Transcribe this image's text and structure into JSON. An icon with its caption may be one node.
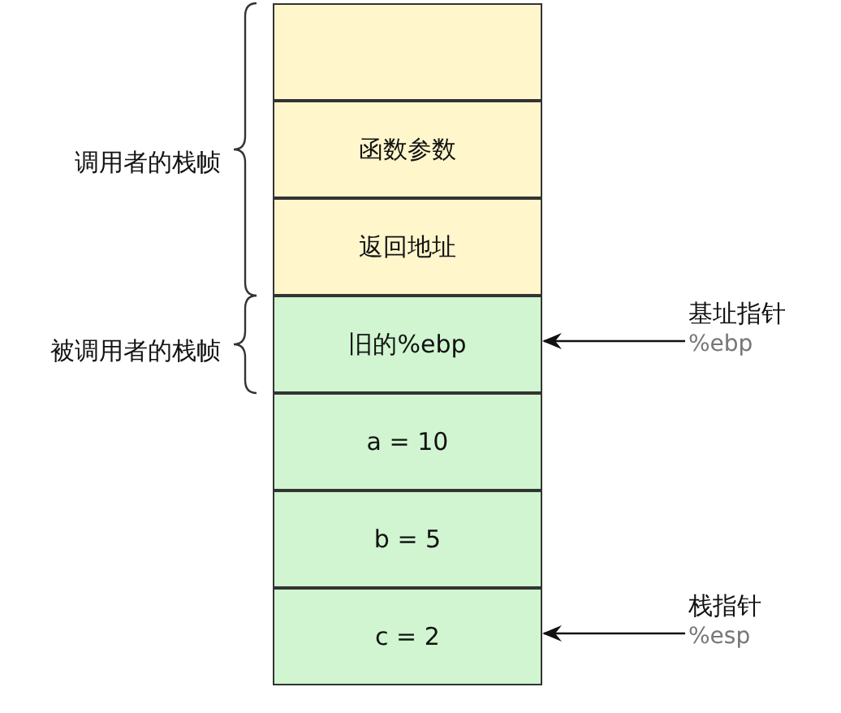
{
  "diagram": {
    "nodes": [
      {
        "text": [],
        "shape": "box"
      },
      {
        "text": [
          "函数参数"
        ]
      },
      {
        "text": [
          "返回地址"
        ]
      },
      {
        "text": [
          "旧的%ebp"
        ]
      },
      {
        "text": [
          "a = 10"
        ]
      },
      {
        "text": [
          "b = 5"
        ]
      },
      {
        "text": [
          "c = 2"
        ]
      },
      {
        "text": [
          "基址指针",
          "%ebp"
        ]
      },
      {
        "text": [
          "栈指针",
          "%esp"
        ]
      }
    ],
    "edges": [
      {
        "from": 7,
        "to": 3,
        "arrow": "to"
      },
      {
        "from": 8,
        "to": 6,
        "arrow": "to"
      }
    ],
    "labels": [
      "调用者的栈帧",
      "被调用者的栈帧"
    ]
  }
}
